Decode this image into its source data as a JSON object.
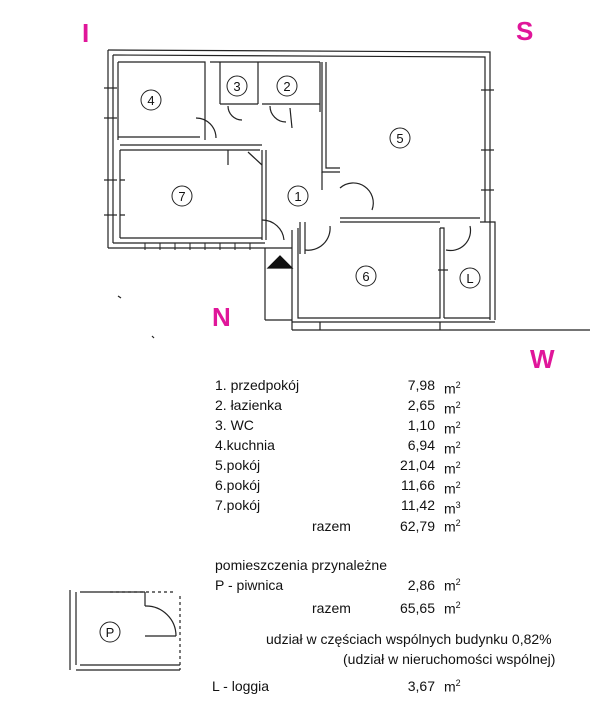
{
  "compass": {
    "north": "N",
    "south": "S",
    "east": "I",
    "west": "W"
  },
  "room_labels": [
    "1",
    "2",
    "3",
    "4",
    "5",
    "6",
    "7",
    "L",
    "P"
  ],
  "rooms": [
    {
      "label": "1. przedpokój",
      "area": "7,98",
      "unit": "m",
      "exp": "2"
    },
    {
      "label": "2. łazienka",
      "area": "2,65",
      "unit": "m",
      "exp": "2"
    },
    {
      "label": "3. WC",
      "area": "1,10",
      "unit": "m",
      "exp": "2"
    },
    {
      "label": "4.kuchnia",
      "area": "6,94",
      "unit": "m",
      "exp": "2"
    },
    {
      "label": "5.pokój",
      "area": "21,04",
      "unit": "m",
      "exp": "2"
    },
    {
      "label": "6.pokój",
      "area": "11,66",
      "unit": "m",
      "exp": "2"
    },
    {
      "label": "7.pokój",
      "area": "11,42",
      "unit": "m",
      "exp": "3"
    }
  ],
  "total": {
    "label": "razem",
    "area": "62,79",
    "unit": "m",
    "exp": "2"
  },
  "ancillary_heading": "pomieszczenia przynależne",
  "ancillary": {
    "label": "P - piwnica",
    "area": "2,86",
    "unit": "m",
    "exp": "2"
  },
  "total2": {
    "label": "razem",
    "area": "65,65",
    "unit": "m",
    "exp": "2"
  },
  "share_line1": "udział w częściach wspólnych budynku 0,82%",
  "share_line2": "(udział w nieruchomości wspólnej)",
  "loggia": {
    "label": "L - loggia",
    "area": "3,67",
    "unit": "m",
    "exp": "2"
  }
}
